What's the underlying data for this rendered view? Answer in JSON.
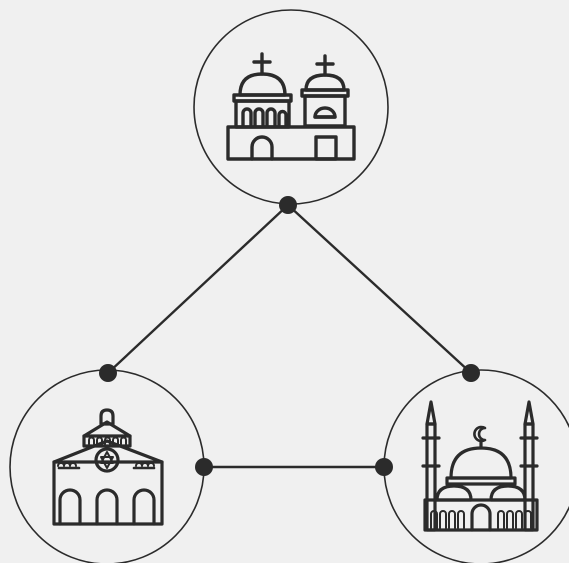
{
  "diagram": {
    "nodes": [
      {
        "id": "church",
        "icon": "church-icon"
      },
      {
        "id": "synagogue",
        "icon": "synagogue-icon"
      },
      {
        "id": "mosque",
        "icon": "mosque-icon"
      }
    ],
    "edges": [
      {
        "from": "church",
        "to": "synagogue"
      },
      {
        "from": "church",
        "to": "mosque"
      },
      {
        "from": "synagogue",
        "to": "mosque"
      }
    ]
  },
  "colors": {
    "background": "#f0f0f0",
    "stroke": "#2b2b2b"
  }
}
